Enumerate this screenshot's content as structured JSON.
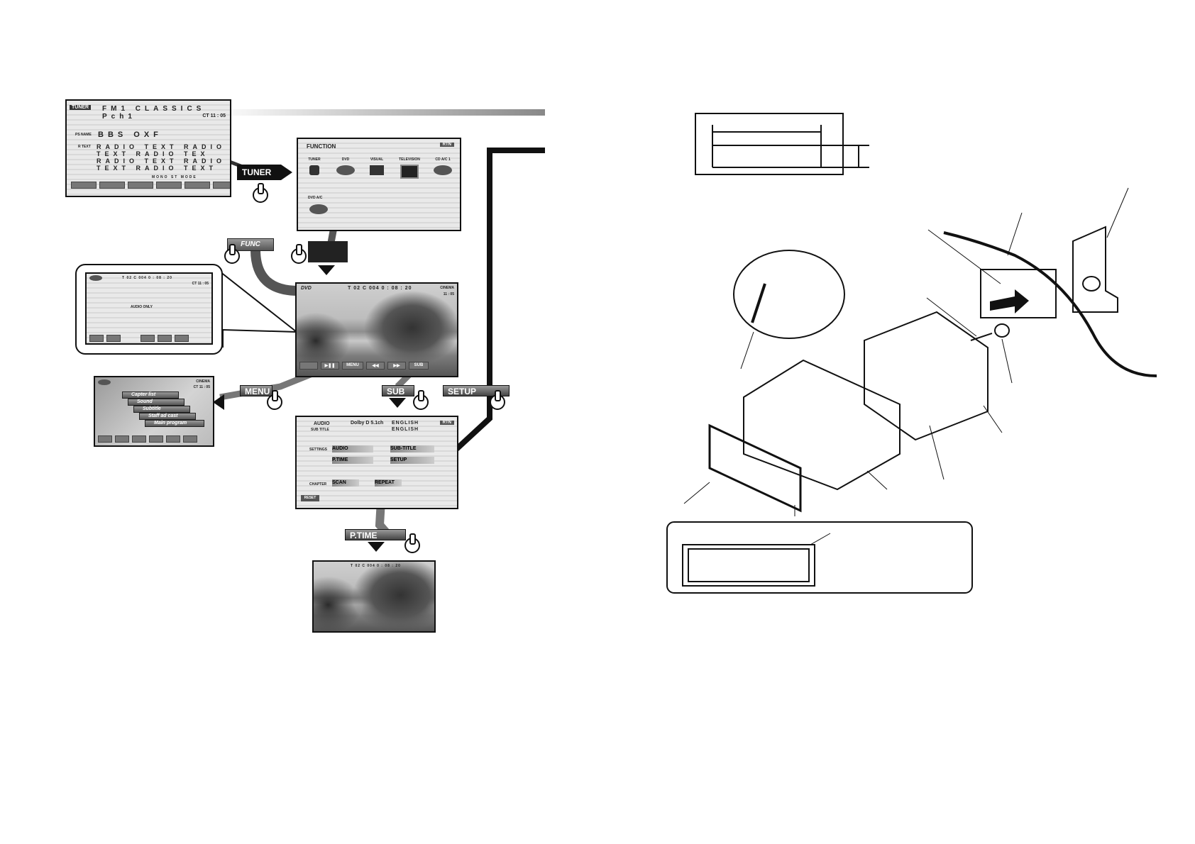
{
  "tuner_screen": {
    "band": "TUNER",
    "header": "FM1   CLASSICS  Pch1",
    "clock": "CT 11 : 05",
    "ps_name_label": "PS NAME",
    "ps_name": "BBS  OXF",
    "rtext_label": "R TEXT",
    "rtext_lines": [
      "RADIO  TEXT  RADIO",
      "TEXT  RADIO  TEX",
      "RADIO  TEXT  RADIO",
      "TEXT  RADIO  TEXT"
    ],
    "mode_label": "MONO  ST  MODE"
  },
  "tuner_button": "TUNER",
  "function_screen": {
    "title": "FUNCTION",
    "rtn": "RTN",
    "sources": [
      "TUNER",
      "DVD",
      "VISUAL",
      "TELEVISION",
      "CD A/C 1"
    ],
    "dvd_ac": "DVD A/C"
  },
  "func_button": "FUNC",
  "dvd_screen": {
    "source": "DVD",
    "info": "T 02  C 004  0 : 08 : 20",
    "mode": "CINEMA",
    "clock": "11 : 05",
    "buttons": [
      "MENU",
      "SUB"
    ]
  },
  "audio_only_screen": {
    "info": "T 02  C 004  0 : 08 : 20",
    "clock": "CT 11 : 05",
    "message": "AUDIO ONLY"
  },
  "menu_button": "MENU",
  "sub_button": "SUB",
  "setup_button": "SETUP",
  "menu_screen": {
    "mode": "CINEMA",
    "clock": "CT 11 : 05",
    "items": [
      "Capter list",
      "Sound",
      "Subtitle",
      "Staff ad cast",
      "Main program"
    ]
  },
  "sub_screen": {
    "audio_label": "AUDIO",
    "audio_value": "Dolby D  5.1ch",
    "language_1": "ENGLISH",
    "subtitle_label": "SUB TITLE",
    "language_2": "ENGLISH",
    "rtn": "RTN",
    "settings_label": "SETTINGS",
    "options": [
      "AUDIO",
      "SUB-TITLE",
      "P.TIME",
      "SETUP"
    ],
    "chapter_label": "CHAPTER",
    "chapter_options": [
      "SCAN",
      "REPEAT"
    ],
    "reset": "RESET"
  },
  "ptime_button": "P.TIME",
  "ptime_screen": {
    "info": "T 02  C 004  0 : 08 : 20"
  }
}
